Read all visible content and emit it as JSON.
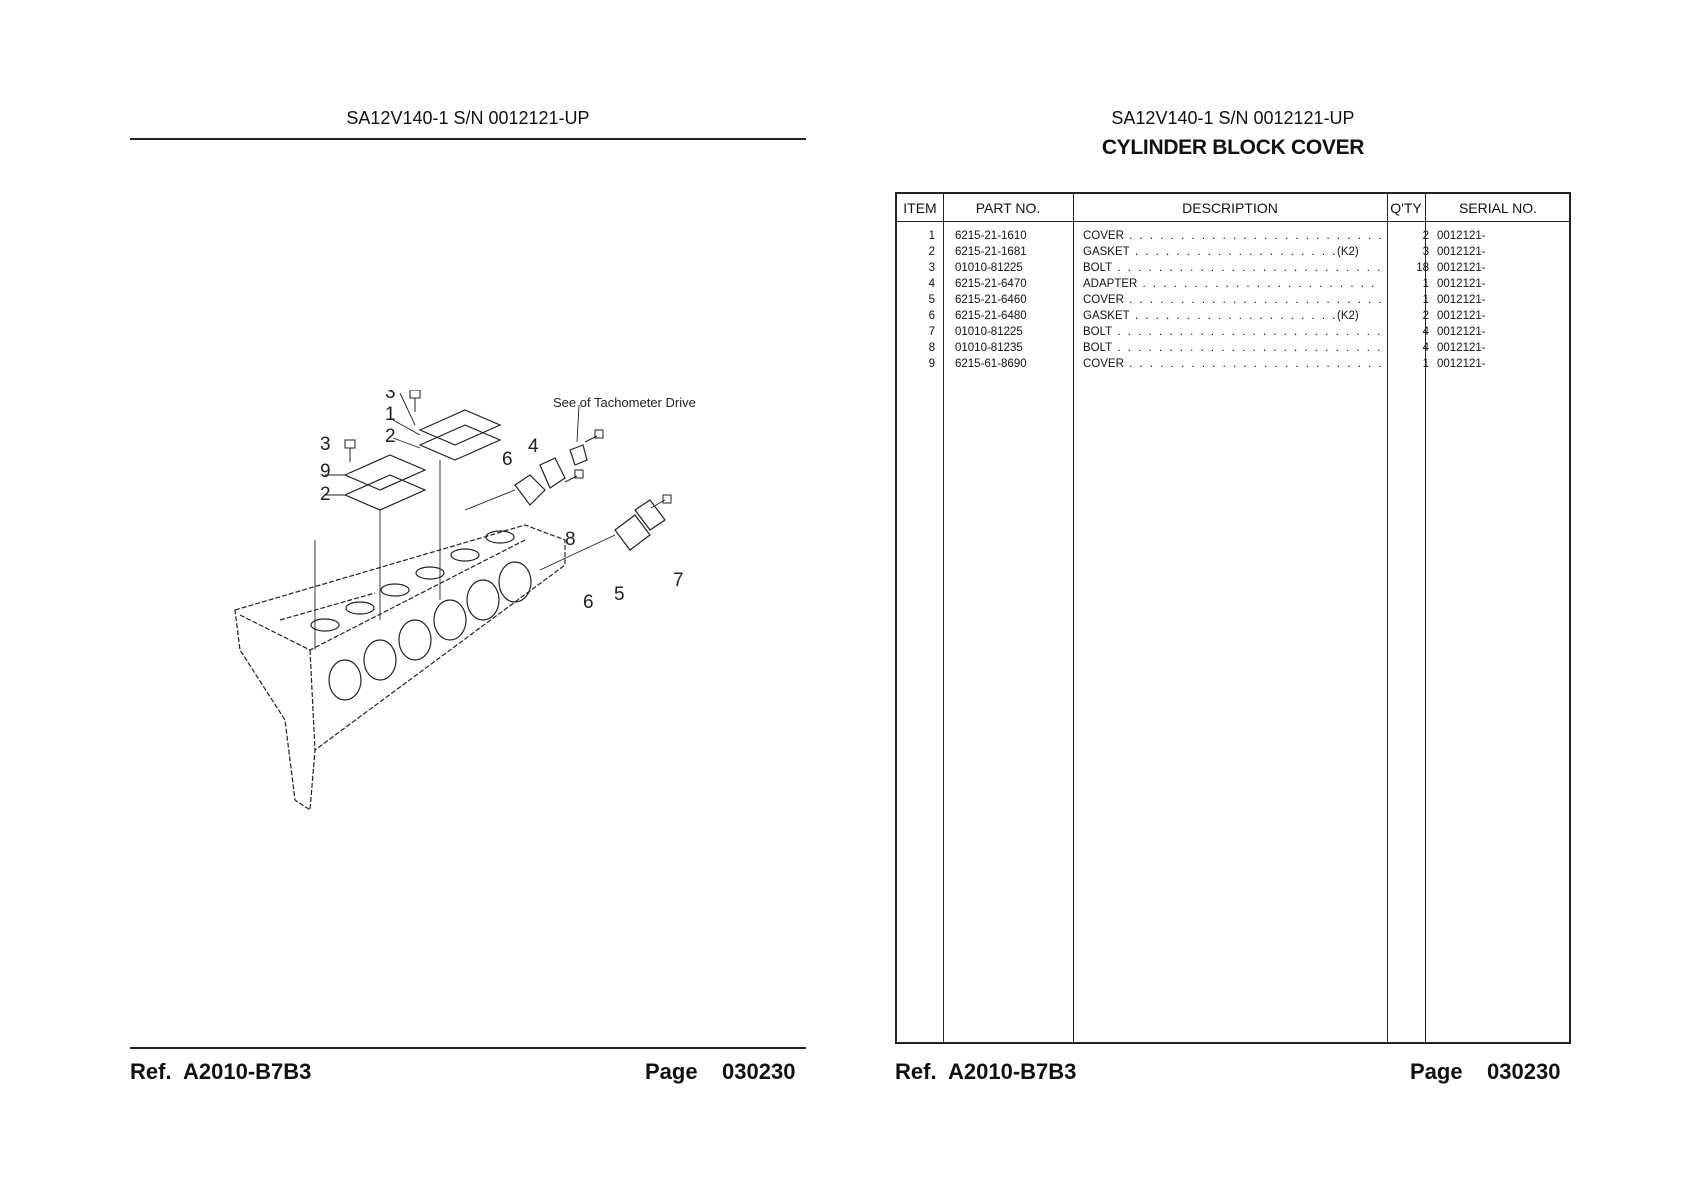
{
  "header": {
    "left_model": "SA12V140-1 S/N 0012121-UP",
    "right_model": "SA12V140-1 S/N 0012121-UP",
    "title": "CYLINDER BLOCK COVER"
  },
  "table": {
    "columns": [
      "ITEM",
      "PART NO.",
      "DESCRIPTION",
      "Q'TY",
      "SERIAL NO."
    ],
    "rows": [
      {
        "item": "1",
        "part_no": "6215-21-1610",
        "description": "COVER",
        "note": "",
        "qty": "2",
        "serial": "0012121-"
      },
      {
        "item": "2",
        "part_no": "6215-21-1681",
        "description": "GASKET",
        "note": "(K2)",
        "qty": "3",
        "serial": "0012121-"
      },
      {
        "item": "3",
        "part_no": "01010-81225",
        "description": "BOLT",
        "note": "",
        "qty": "18",
        "serial": "0012121-"
      },
      {
        "item": "4",
        "part_no": "6215-21-6470",
        "description": "ADAPTER",
        "note": "",
        "qty": "1",
        "serial": "0012121-"
      },
      {
        "item": "5",
        "part_no": "6215-21-6460",
        "description": "COVER",
        "note": "",
        "qty": "1",
        "serial": "0012121-"
      },
      {
        "item": "6",
        "part_no": "6215-21-6480",
        "description": "GASKET",
        "note": "(K2)",
        "qty": "2",
        "serial": "0012121-"
      },
      {
        "item": "7",
        "part_no": "01010-81225",
        "description": "BOLT",
        "note": "",
        "qty": "4",
        "serial": "0012121-"
      },
      {
        "item": "8",
        "part_no": "01010-81235",
        "description": "BOLT",
        "note": "",
        "qty": "4",
        "serial": "0012121-"
      },
      {
        "item": "9",
        "part_no": "6215-61-8690",
        "description": "COVER",
        "note": "",
        "qty": "1",
        "serial": "0012121-"
      }
    ]
  },
  "diagram": {
    "callout": "See of Tachometer Drive",
    "labels": [
      "3",
      "1",
      "2",
      "3",
      "9",
      "2",
      "6",
      "4",
      "8",
      "6",
      "5",
      "7"
    ]
  },
  "footer": {
    "left_ref_label": "Ref.",
    "left_ref": "A2010-B7B3",
    "left_page_label": "Page",
    "left_page": "030230",
    "right_ref_label": "Ref.",
    "right_ref": "A2010-B7B3",
    "right_page_label": "Page",
    "right_page": "030230"
  }
}
